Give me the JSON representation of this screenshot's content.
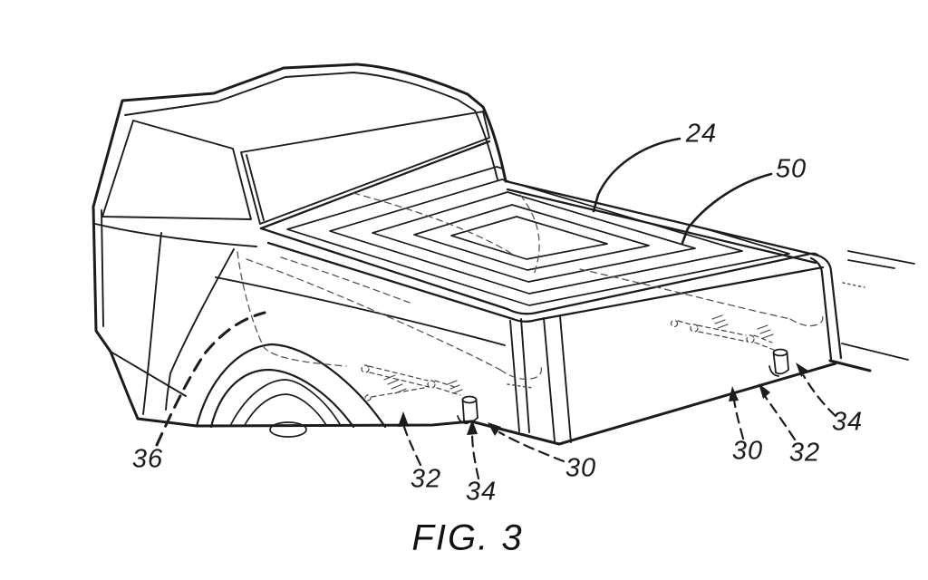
{
  "figure": {
    "caption": "FIG. 3",
    "labels": {
      "ref_24": "24",
      "ref_50": "50",
      "ref_36": "36",
      "ref_32_left": "32",
      "ref_34_left": "34",
      "ref_30_left": "30",
      "ref_30_right": "30",
      "ref_32_right": "32",
      "ref_34_right": "34"
    },
    "colors": {
      "ink": "#1c1c1c",
      "paper": "#ffffff",
      "hidden_line": "#555555"
    }
  }
}
